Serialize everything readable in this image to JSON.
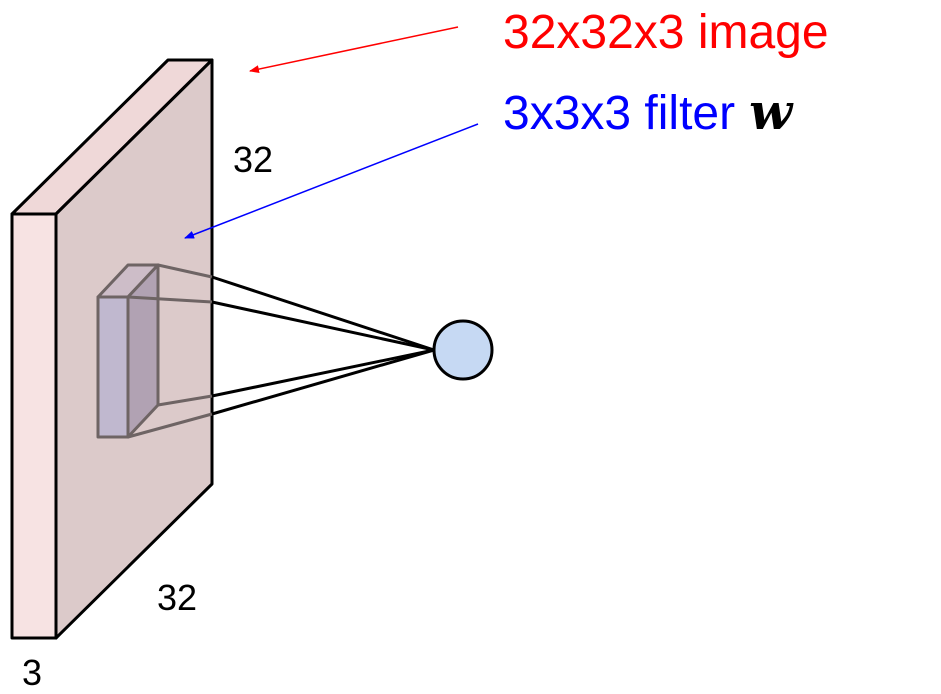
{
  "annotations": {
    "image_label": "32x32x3 image",
    "filter_label": "3x3x3 filter",
    "filter_symbol": "w",
    "image_color": "#ff0000",
    "filter_color": "#0000ff"
  },
  "dimensions": {
    "height": "32",
    "width": "32",
    "depth": "3"
  },
  "colors": {
    "volume_front": "#f7e3e3",
    "volume_face": "#dccaca",
    "volume_top": "#efd8d8",
    "filter_front": "#c0b8cf",
    "filter_side": "#b1a2b3",
    "neuron": "#c6d9f3"
  }
}
